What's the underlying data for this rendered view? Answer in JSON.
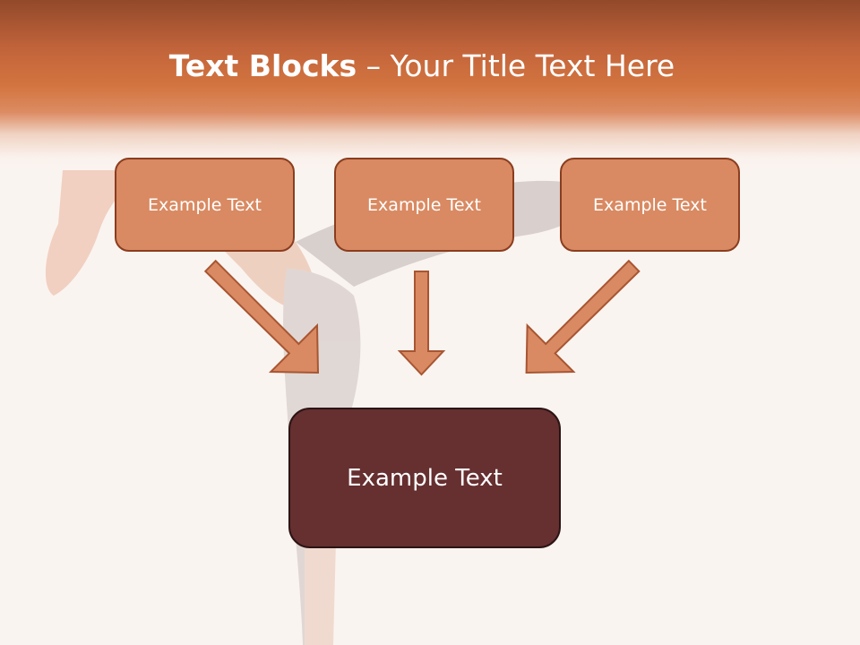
{
  "slide": {
    "title_bold": "Text Blocks",
    "title_dash": " – ",
    "title_rest": "Your Title Text Here"
  },
  "blocks": {
    "top": [
      "Example Text",
      "Example Text",
      "Example Text"
    ],
    "bottom": "Example Text"
  },
  "colors": {
    "header": "#c8693d",
    "top_box_fill": "#d98a62",
    "top_box_border": "#8a3d1f",
    "bottom_box_fill": "#662f30",
    "arrow_fill": "#d98a62",
    "arrow_stroke": "#a85532"
  }
}
